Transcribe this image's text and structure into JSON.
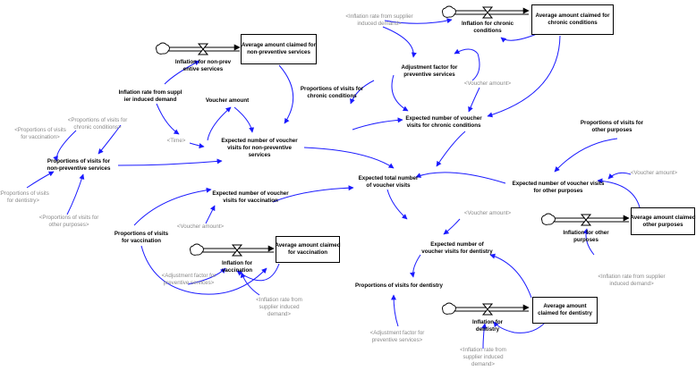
{
  "stocks": {
    "nonprev": "Average amount claimed for\nnon-preventive services",
    "chronic": "Average amount claimed for\nchronic conditions",
    "vaccination": "Average amount claimed\nfor vaccination",
    "other": "Average amount claimed\nother purposes",
    "dentistry": "Average amount\nclaimed for dentistry"
  },
  "rates": {
    "nonprev": "Inflation for non-prev\nentive services",
    "chronic": "Inflation for chronic\nconditions",
    "vaccination": "Inflation for\nvaccination",
    "other": "Inflation for other\npurposes",
    "dentistry": "Inflation for\ndentistry"
  },
  "variables": {
    "infl_supplier_nonprev": "Inflation rate from suppl\nier induced demand",
    "voucher_amount": "Voucher amount",
    "exp_nonprev": "Expected number of voucher\nvisits for non-preventive\nservices",
    "prop_nonprev": "Proportions of visits for\nnon-preventive services",
    "prop_chronic": "Proportions of visits for\nchronic conditions",
    "adj_factor": "Adjustment factor for\npreventive services",
    "exp_chronic": "Expected number of voucher\nvisits for chronic conditions",
    "exp_total": "Expected total number\nof voucher visits",
    "prop_other": "Proportions of visits for\nother purposes",
    "exp_other": "Expected number of voucher visits\nfor other purposes",
    "exp_vaccination": "Expected number of voucher\nvisits for vaccination",
    "prop_vaccination": "Proportions of visits\nfor vaccination",
    "exp_dentistry": "Expected number of\nvoucher visits for dentistry",
    "prop_dentistry": "Proportions of visits for dentistry"
  },
  "shadows": {
    "infl_supplier_chronic": "<Inflation rate from supplier\ninduced demand>",
    "voucher_chronic": "<Voucher amount>",
    "prop_chronic_left": "<Proportions of visits for\nchronic conditions>",
    "prop_vacc_left": "<Proportions of visits\nfor vaccination>",
    "time": "<Time>",
    "prop_dent_left": "<Proportions of visits\nfor dentistry>",
    "prop_other_left": "<Proportions of visits for\nother purposes>",
    "voucher_vacc": "<Voucher amount>",
    "voucher_other": "<Voucher amount>",
    "voucher_dent": "<Voucher amount>",
    "adj_vacc": "<Adjustment factor for\npreventive services>",
    "infl_supplier_vacc": "<Inflation rate from\nsupplier induced\ndemand>",
    "infl_supplier_other": "<Inflation rate from supplier\ninduced demand>",
    "adj_dent": "<Adjustment factor for\npreventive services>",
    "infl_supplier_dent": "<Inflation rate from\nsupplier induced\ndemand>"
  }
}
